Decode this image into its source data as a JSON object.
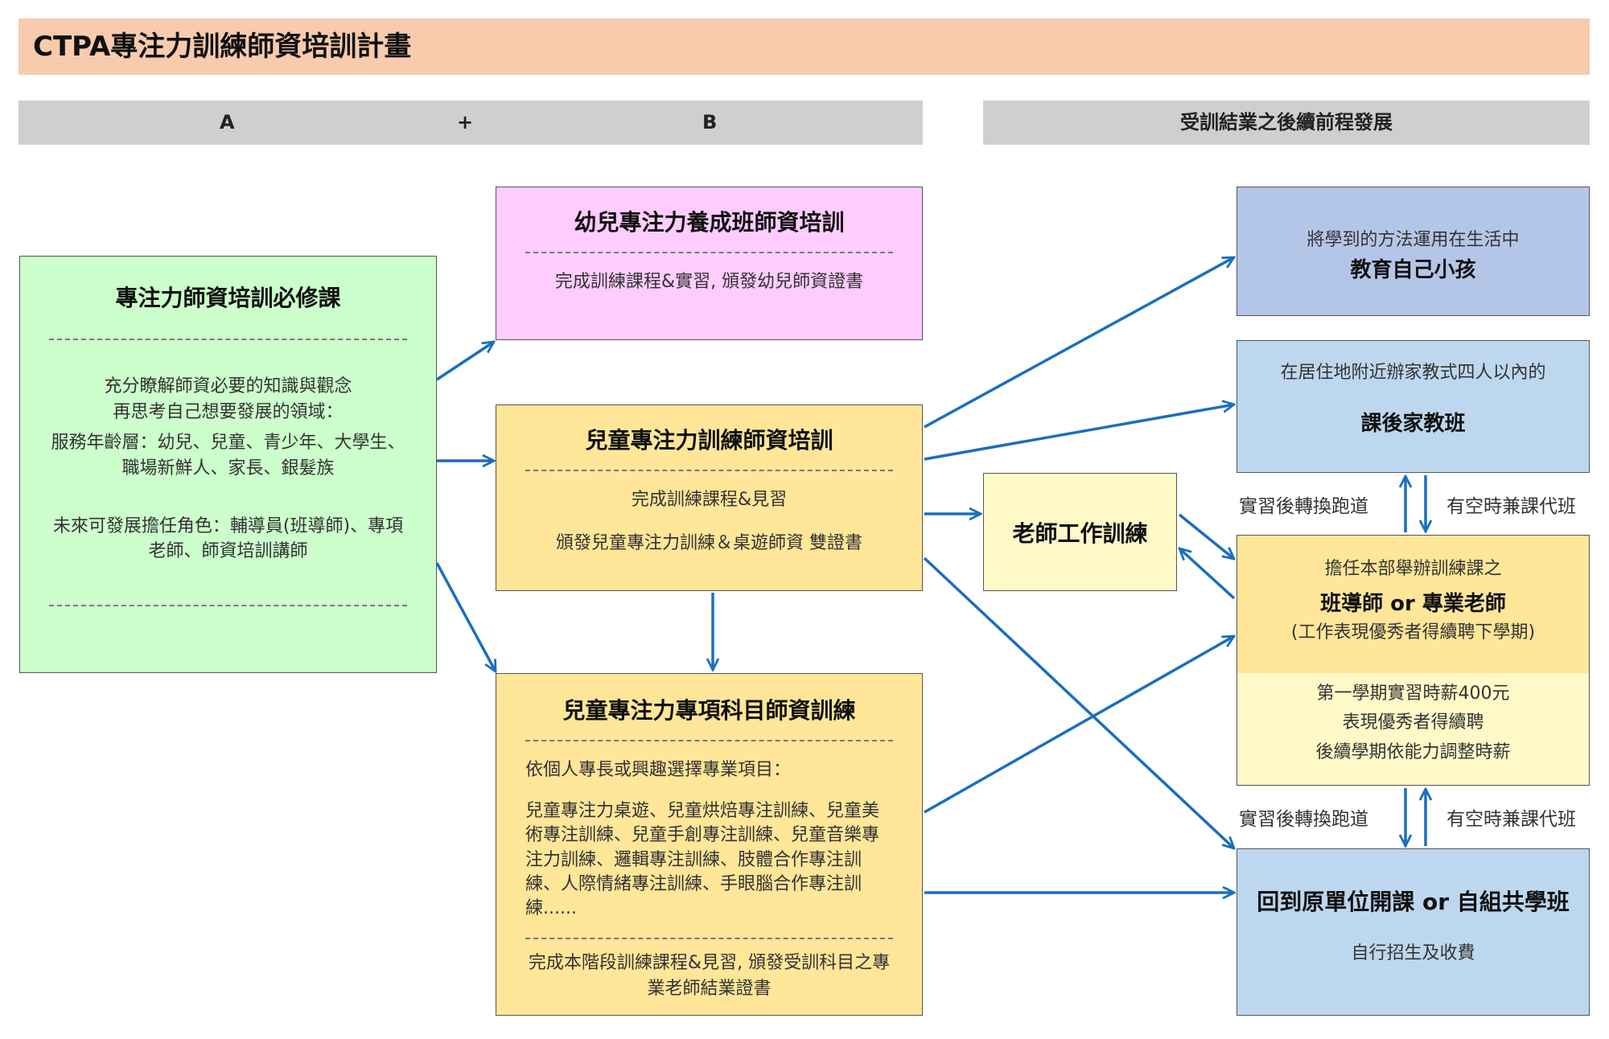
{
  "title": "CTPA專注力訓練師資培訓計畫",
  "headers": {
    "a": "A",
    "plus": "+",
    "b": "B",
    "right": "受訓結業之後續前程發展"
  },
  "required": {
    "title": "專注力師資培訓必修課",
    "line1": "充分瞭解師資必要的知識與觀念",
    "line2": "再思考自己想要發展的領域：",
    "line3": "服務年齡層：幼兒、兒童、青少年、大學生、職場新鮮人、家長、銀髮族",
    "line4": "未來可發展擔任角色：輔導員(班導師)、專項老師、師資培訓講師"
  },
  "infant": {
    "title": "幼兒專注力養成班師資培訓",
    "body": "完成訓練課程&實習, 頒發幼兒師資證書"
  },
  "child": {
    "title": "兒童專注力訓練師資培訓",
    "body1": "完成訓練課程&見習",
    "body2": "頒發兒童專注力訓練＆桌遊師資  雙證書"
  },
  "special": {
    "title": "兒童專注力專項科目師資訓練",
    "intro": "依個人專長或興趣選擇專業項目：",
    "items": "兒童專注力桌遊、兒童烘焙專注訓練、兒童美術專注訓練、兒童手創專注訓練、兒童音樂專注力訓練、邏輯專注訓練、肢體合作專注訓練、人際情緒專注訓練、手眼腦合作專注訓練......",
    "footer": "完成本階段訓練課程&見習, 頒發受訓科目之專業老師結業證書"
  },
  "teacher_training": {
    "title": "老師工作訓練"
  },
  "own_child": {
    "line1": "將學到的方法運用在生活中",
    "line2": "教育自己小孩"
  },
  "tutor": {
    "line1": "在居住地附近辦家教式四人以內的",
    "line2": "課後家教班"
  },
  "staff": {
    "line1": "擔任本部舉辦訓練課之",
    "line2": "班導師 or 專業老師",
    "line3": "(工作表現優秀者得續聘下學期)",
    "pay1": "第一學期實習時薪400元",
    "pay2": "表現優秀者得續聘",
    "pay3": "後續學期依能力調整時薪"
  },
  "own_unit": {
    "title": "回到原單位開課 or 自組共學班",
    "body": "自行招生及收費"
  },
  "labels": {
    "switch": "實習後轉換跑道",
    "part_time": "有空時兼課代班"
  },
  "colors": {
    "arrow": "#1a6fbd",
    "green": "#ccffcc",
    "pink": "#ffccff",
    "yellow": "#ffe699",
    "light_yellow": "#fff9c8",
    "blue1": "#b4c6e7",
    "blue2": "#bdd7ee"
  }
}
